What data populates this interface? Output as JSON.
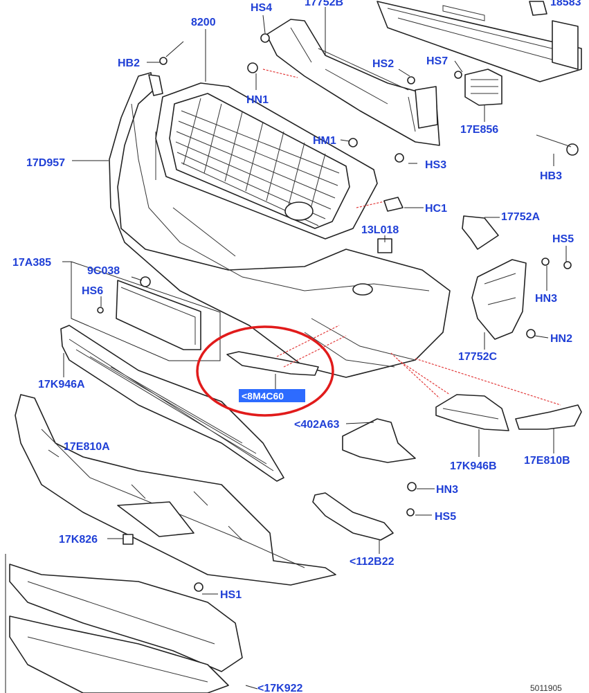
{
  "diagram": {
    "reference_number": "5011905",
    "highlight_color": "#e11b1b",
    "label_color": "#1f3fd6",
    "selected_label_background": "#2d6bff",
    "labels": {
      "hs4": "HS4",
      "p17752b": "17752B",
      "p18583": "18583",
      "p8200": "8200",
      "hb2": "HB2",
      "hn1": "HN1",
      "hs2": "HS2",
      "hs7": "HS7",
      "p17e856": "17E856",
      "hm1": "HM1",
      "p17d957": "17D957",
      "hs3": "HS3",
      "hb3": "HB3",
      "hc1": "HC1",
      "p13l018": "13L018",
      "p17752a": "17752A",
      "hs5_top": "HS5",
      "p17a385": "17A385",
      "p9c038": "9C038",
      "hs6": "HS6",
      "hn3_top": "HN3",
      "hn2": "HN2",
      "p17752c": "17752C",
      "p17k946a": "17K946A",
      "selected": "<8M4C60",
      "p402a63": "<402A63",
      "p17e810a": "17E810A",
      "p17k946b": "17K946B",
      "p17e810b": "17E810B",
      "hn3_bottom": "HN3",
      "hs5_bottom": "HS5",
      "p17k826": "17K826",
      "p112b22": "<112B22",
      "hs1": "HS1",
      "p17k922": "<17K922"
    }
  }
}
